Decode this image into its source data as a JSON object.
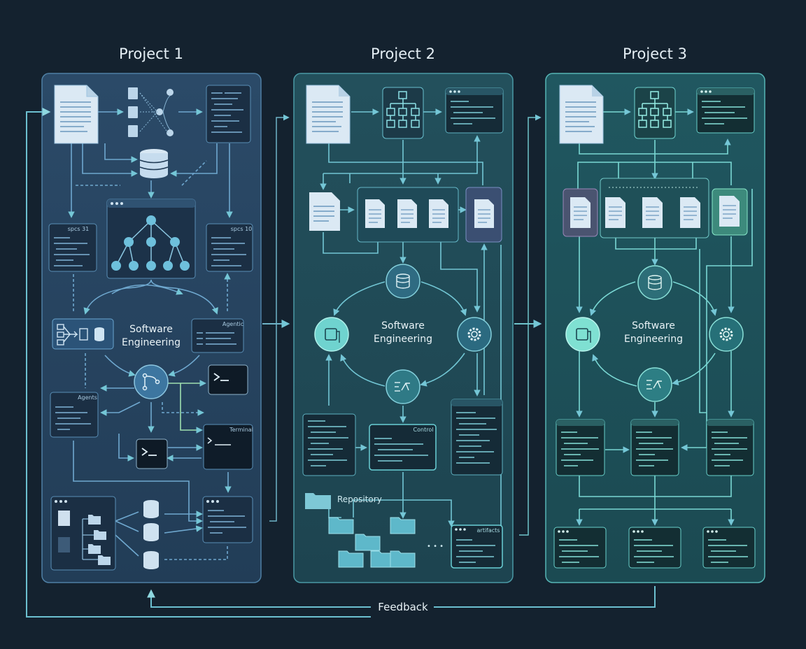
{
  "projects": [
    {
      "title": "Project 1",
      "center_label_line1": "Software",
      "center_label_line2": "Engineering",
      "window_labels": {
        "top_left": "spcs 31",
        "top_right": "spcs 10",
        "agentic": "Agentic",
        "agents": "Agents",
        "terminal": "Terminal"
      },
      "accent": "#6fb0d6"
    },
    {
      "title": "Project 2",
      "center_label_line1": "Software",
      "center_label_line2": "Engineering",
      "window_labels": {
        "control": "Control",
        "artifacts": "artifacts",
        "repository": "Repository",
        "ellipsis": "• • •"
      },
      "accent": "#6fd0d8"
    },
    {
      "title": "Project 3",
      "center_label_line1": "Software",
      "center_label_line2": "Engineering",
      "window_labels": {},
      "accent": "#7ee3d8"
    }
  ],
  "feedback_label": "Feedback",
  "colors": {
    "background": "#14222f",
    "panel1": "#294663",
    "panel2": "#224a56",
    "panel3": "#1f5059",
    "line": "#6fc6d8",
    "doc": "#dbe9f4"
  },
  "icons": [
    "document-icon",
    "database-icon",
    "hierarchy-icon",
    "terminal-icon",
    "folder-icon",
    "gear-icon",
    "branch-icon",
    "code-window-icon"
  ]
}
